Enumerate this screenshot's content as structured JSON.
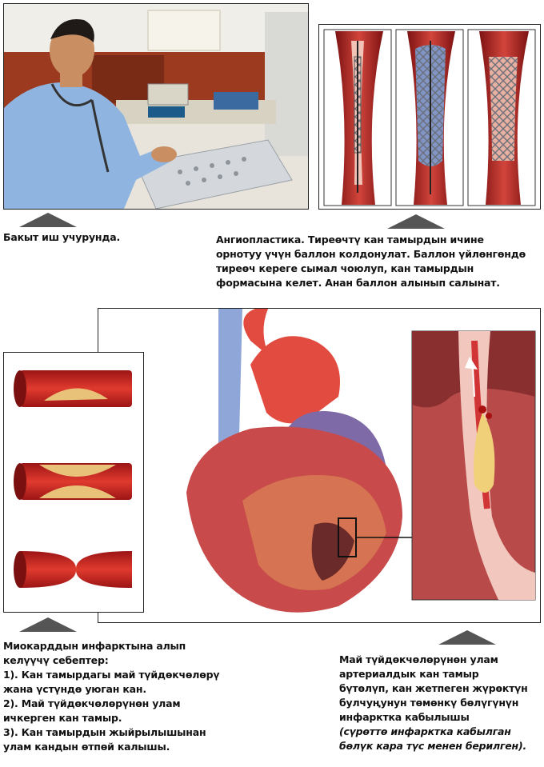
{
  "photo": {
    "label": "Бакыт иш учурунда."
  },
  "angioplasty": {
    "lines": [
      "Ангиопластика. Тиреөчтү кан тамырдын ичине",
      "орнотуу үчүн баллон колдонулат. Баллон үйлөнгөндө",
      "тиреөч кереге сымал чоюлуп, кан тамырдын",
      "формасына келет. Анан баллон алынып салынат."
    ]
  },
  "causes": {
    "lines": [
      "Миокарддын инфарктына алып",
      "келүүчү себептер:",
      "1). Кан тамырдагы май түйдөкчөлөрү",
      "жана үстүндө уюган кан.",
      "2). Май түйдөкчөлөрүнөн улам",
      "ичкерген кан тамыр.",
      "3). Кан тамырдын жыйрылышынан",
      "улам кандын өтпөй калышы."
    ]
  },
  "infarct": {
    "lines": [
      "Май түйдөкчөлөрүнөн улам",
      "артериалдык кан тамыр",
      "бүтөлүп, кан жетпеген жүрөктүн",
      "булчуңунун төмөнкү бөлүгүнүн",
      "инфарктка кабылышы"
    ],
    "note_lines": [
      "(сүрөттө инфарктка кабылган",
      "бөлүк кара түс менен берилген)."
    ]
  },
  "colors": {
    "artery": "#c8262a",
    "plaque": "#e9c27a",
    "vein": "#6f75b8",
    "scrub": "#8fb4e0",
    "pointer": "#555555"
  }
}
